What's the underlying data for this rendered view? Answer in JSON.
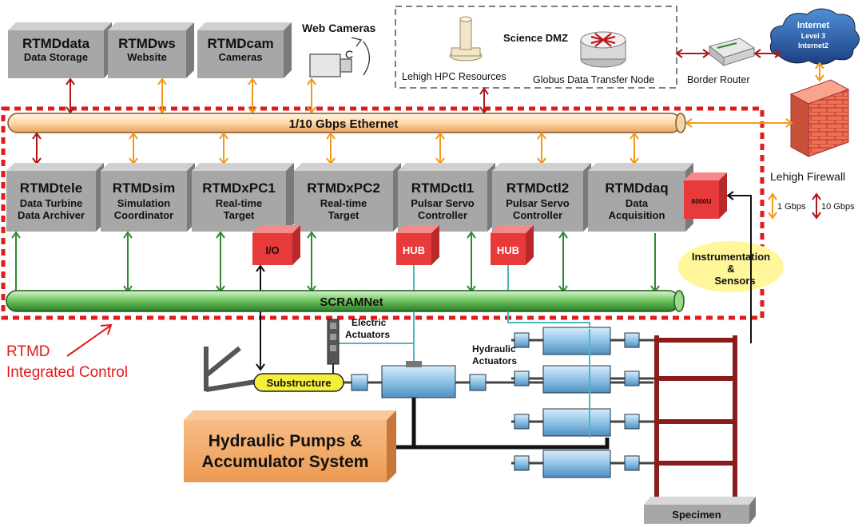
{
  "top_boxes": [
    {
      "title": "RTMDdata",
      "sub1": "Data Storage"
    },
    {
      "title": "RTMDws",
      "sub1": "Website"
    },
    {
      "title": "RTMDcam",
      "sub1": "Cameras"
    }
  ],
  "web_cameras": "Web Cameras",
  "camera_symbol": "C",
  "science_dmz": "Science DMZ",
  "hpc": "Lehigh HPC Resources",
  "globus": "Globus Data Transfer Node",
  "border_router": "Border Router",
  "internet": {
    "l1": "Internet",
    "l2": "Level 3",
    "l3": "Internet2"
  },
  "firewall": "Lehigh Firewall",
  "legend": {
    "gb1": "1 Gbps",
    "gb10": "10 Gbps"
  },
  "ethernet": "1/10 Gbps Ethernet",
  "scramnet": "SCRAMNet",
  "mid_boxes": [
    {
      "title": "RTMDtele",
      "sub1": "Data Turbine",
      "sub2": "Data Archiver"
    },
    {
      "title": "RTMDsim",
      "sub1": "Simulation",
      "sub2": "Coordinator"
    },
    {
      "title": "RTMDxPC1",
      "sub1": "Real-time",
      "sub2": "Target"
    },
    {
      "title": "RTMDxPC2",
      "sub1": "Real-time",
      "sub2": "Target"
    },
    {
      "title": "RTMDctl1",
      "sub1": "Pulsar Servo",
      "sub2": "Controller"
    },
    {
      "title": "RTMDctl2",
      "sub1": "Pulsar Servo",
      "sub2": "Controller"
    },
    {
      "title": "RTMDdaq",
      "sub1": "Data",
      "sub2": "Acquisition"
    }
  ],
  "io": "I/O",
  "hub1": "HUB",
  "hub2": "HUB",
  "daq_unit": "6000U",
  "instrumentation": {
    "l1": "Instrumentation",
    "l2": "&",
    "l3": "Sensors"
  },
  "rtmd_label": {
    "l1": "RTMD",
    "l2": "Integrated Control"
  },
  "electric_actuators": {
    "l1": "Electric",
    "l2": "Actuators"
  },
  "hydraulic_actuators": {
    "l1": "Hydraulic",
    "l2": "Actuators"
  },
  "substructure": "Substructure",
  "pumps": {
    "l1": "Hydraulic Pumps &",
    "l2": "Accumulator System"
  },
  "specimen": "Specimen",
  "colors": {
    "link_1g": "#f39a1e",
    "link_10g": "#b01818",
    "scramnet": "#2f8a2f",
    "dashed_border": "#e21a1a",
    "box_face": "#a7a7a7",
    "pumps": "#f0a560",
    "frame": "#8a1c1c",
    "actuator": "#9fcbe8"
  }
}
